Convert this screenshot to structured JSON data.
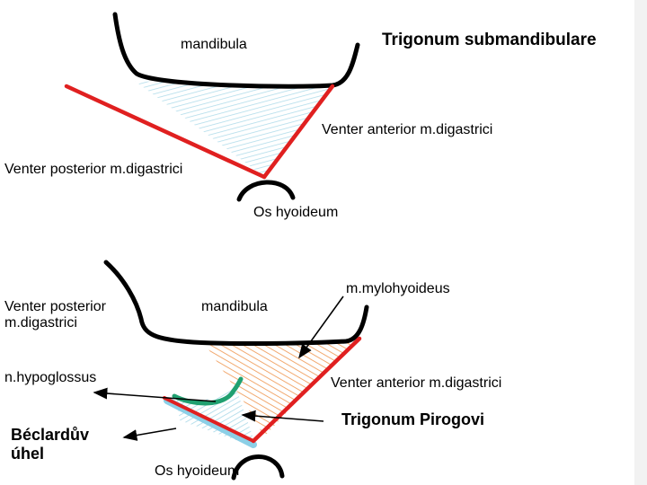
{
  "top": {
    "title": "Trigonum submandibulare",
    "mandibula": "mandibula",
    "venter_anterior": "Venter anterior m.digastrici",
    "venter_posterior": "Venter posterior m.digastrici",
    "os_hyoideum": "Os hyoideum"
  },
  "bottom": {
    "venter_posterior_line1": "Venter posterior",
    "venter_posterior_line2": "m.digastrici",
    "mandibula": "mandibula",
    "mylohyoideus": "m.mylohyoideus",
    "hypoglossus": "n.hypoglossus",
    "venter_anterior": "Venter anterior m.digastrici",
    "trigonum_pirogovi": "Trigonum Pirogovi",
    "beclard_line1": "Béclardův",
    "beclard_line2": "úhel",
    "os_hyoideum": "Os hyoideum"
  },
  "colors": {
    "muscle": "#e02020",
    "bone": "#000000",
    "hatch_blue": "#a8d8e8",
    "hatch_orange": "#f0a060",
    "nerve": "#20a070"
  }
}
